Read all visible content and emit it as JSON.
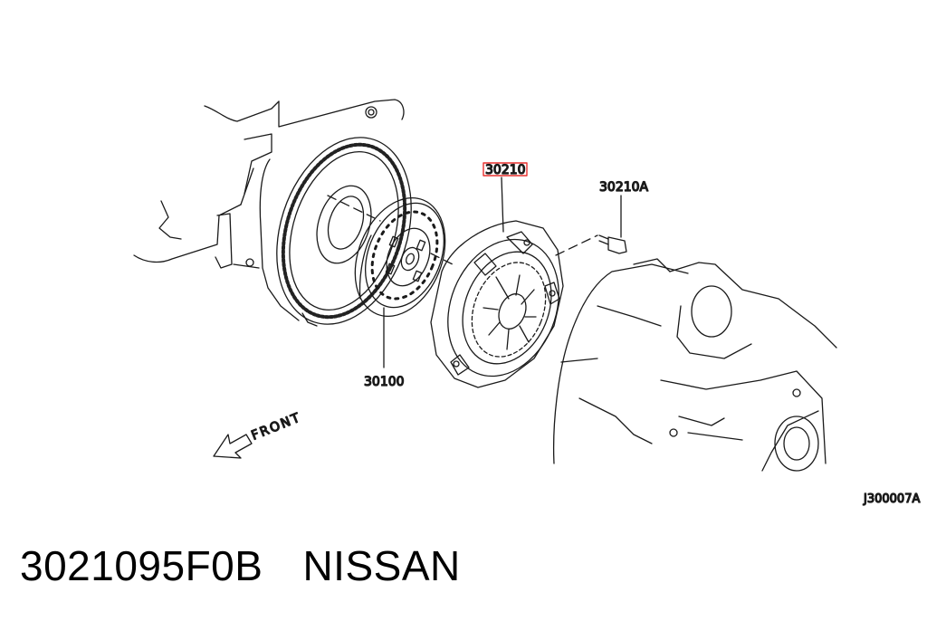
{
  "diagram": {
    "callouts": {
      "pressure_plate": "30210",
      "bolt": "30210A",
      "clutch_disc": "30100"
    },
    "direction_label": "FRONT",
    "figure_code": "J300007A",
    "highlight_color": "#e8312f"
  },
  "caption": {
    "part_number": "3021095F0B",
    "brand": "NISSAN"
  }
}
